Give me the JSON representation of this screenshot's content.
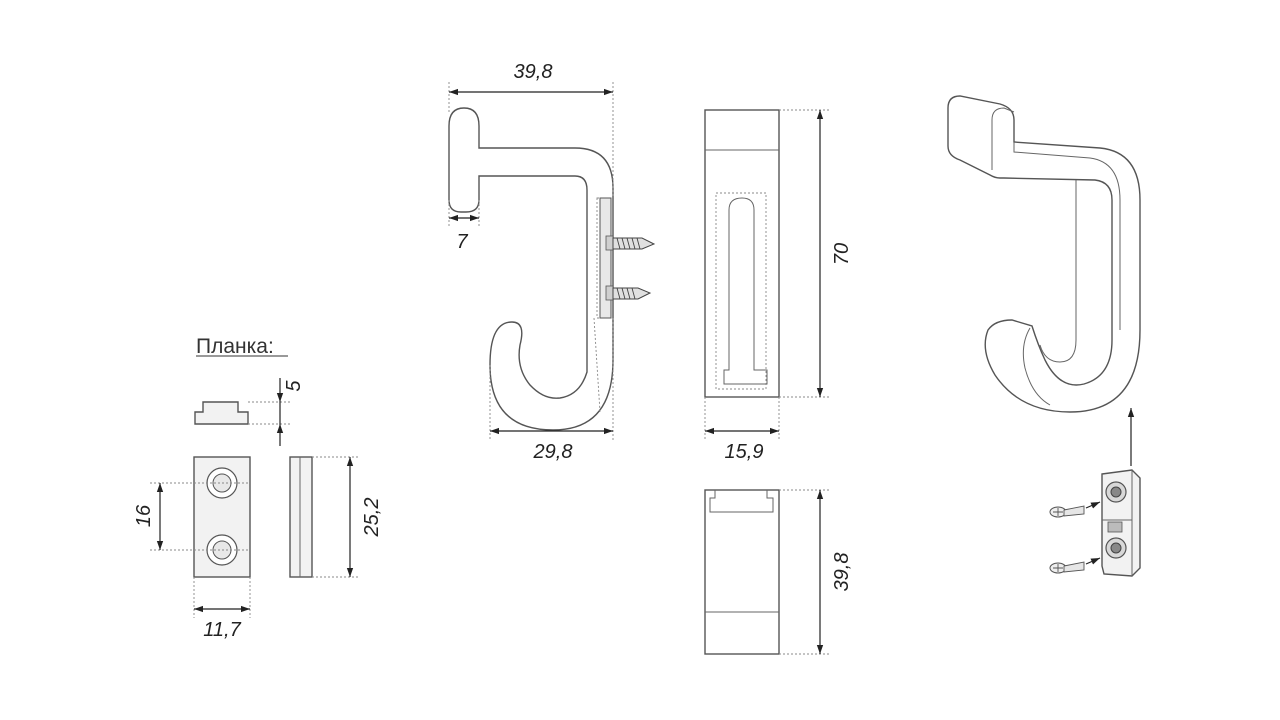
{
  "plate_label": "Планка:",
  "dimensions": {
    "hook_width_top": "39,8",
    "hook_tip": "7",
    "hook_width_bottom": "29,8",
    "side_height": "70",
    "side_width": "15,9",
    "bottom_height": "39,8",
    "plate_thickness": "5",
    "plate_hole_spacing": "16",
    "plate_width": "11,7",
    "plate_height": "25,2"
  }
}
